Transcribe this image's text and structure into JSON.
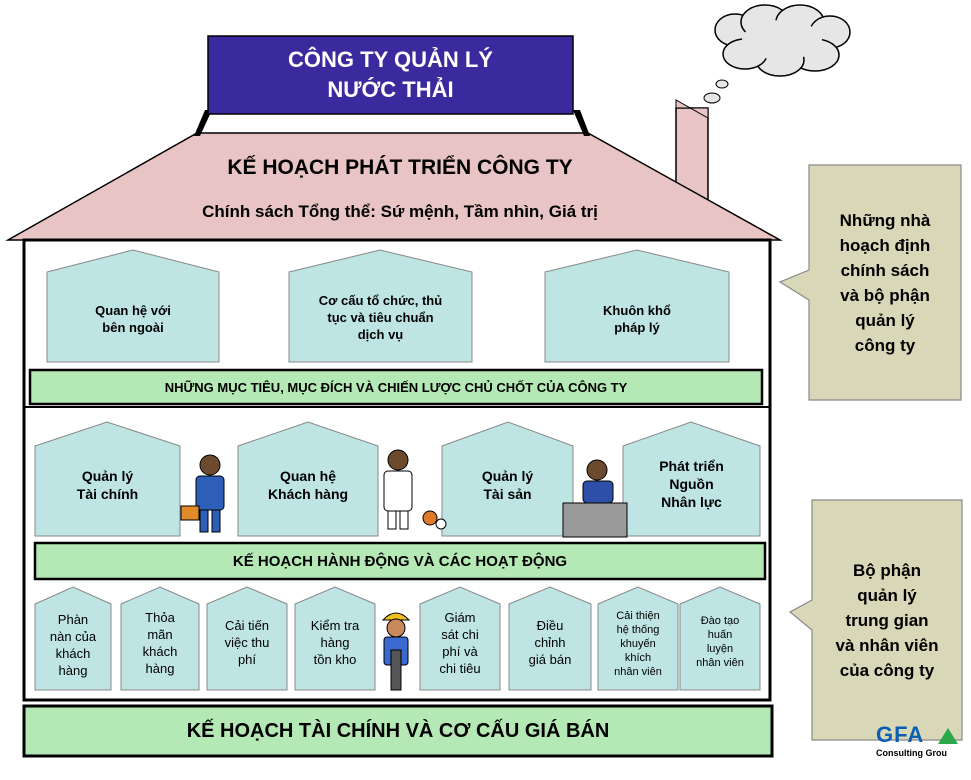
{
  "header": {
    "company_title": "CÔNG TY QUẢN LÝ\nNƯỚC THẢI"
  },
  "roof": {
    "title": "KẾ HOẠCH PHÁT TRIỂN CÔNG TY",
    "subtitle": "Chính sách Tổng thể: Sứ mệnh, Tầm nhìn, Giá trị"
  },
  "top_blocks": [
    "Quan hệ với\nbên ngoài",
    "Cơ cấu tổ chức, thủ\ntục và tiêu chuẩn\ndịch vụ",
    "Khuôn khổ\npháp lý"
  ],
  "goals_band": "NHỮNG MỤC TIÊU, MỤC ĐÍCH VÀ CHIẾN LƯỢC CHỦ CHỐT CỦA CÔNG TY",
  "middle_blocks": [
    "Quản lý\nTài chính",
    "Quan hệ\nKhách hàng",
    "Quản lý\nTài sản",
    "Phát triển\nNguồn\nNhân lực"
  ],
  "action_band": "KẾ HOẠCH HÀNH ĐỘNG VÀ CÁC HOẠT ĐỘNG",
  "bottom_blocks": [
    "Phàn\nnàn của\nkhách\nhàng",
    "Thỏa\nmãn\nkhách\nhàng",
    "Cải tiến\nviệc thu\nphí",
    "Kiểm tra\nhàng\ntồn kho",
    "Giám\nsát chi\nphí và\nchi tiêu",
    "Điều\nchỉnh\ngiá bán",
    "Cải thiện\nhệ thống\nkhuyến\nkhích\nnhân viên",
    "Đào tạo\nhuấn\nluyện\nnhân viên"
  ],
  "foundation": "KẾ HOẠCH TÀI CHÍNH VÀ CƠ CẤU GIÁ BÁN",
  "callouts": {
    "policy_makers": "Những nhà\nhoạch định\nchính sách\nvà bộ phận\nquản lý\ncông ty",
    "middle_management": "Bộ phận\nquản lý\ntrung gian\nvà nhân viên\ncủa công ty"
  },
  "logo": {
    "name": "GFA",
    "tagline": "Consulting Grou"
  },
  "colors": {
    "roof": "#e8c4c4",
    "title_box": "#3a2a9e",
    "block": "#bfe4e4",
    "band": "#b4e8b4",
    "callout": "#d8d8b8",
    "logo_blue": "#0a5fb4",
    "logo_green": "#2aa84a"
  }
}
